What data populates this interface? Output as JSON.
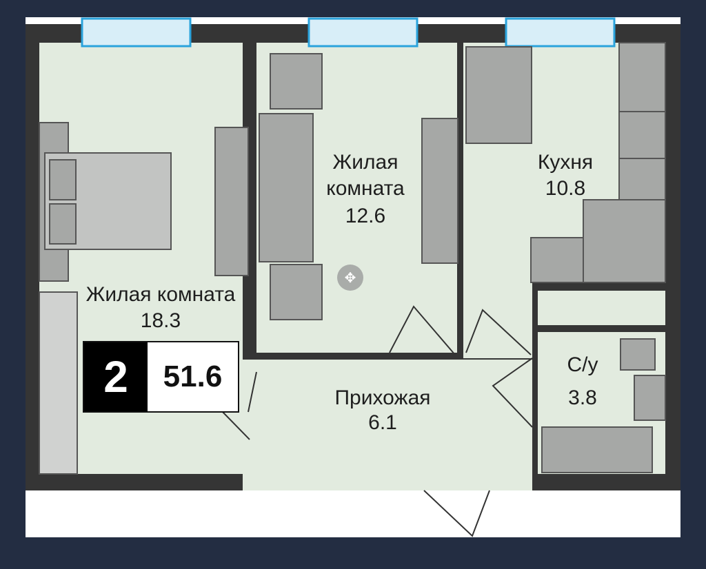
{
  "rooms": [
    {
      "name": "Жилая комната",
      "area": "18.3"
    },
    {
      "name_line1": "Жилая",
      "name_line2": "комната",
      "area": "12.6"
    },
    {
      "name": "Кухня",
      "area": "10.8"
    },
    {
      "name": "Прихожая",
      "area": "6.1"
    },
    {
      "name": "С/у",
      "area": "3.8"
    }
  ],
  "summary": {
    "room_count": "2",
    "total_area": "51.6"
  },
  "icons": {
    "move": "move-icon"
  },
  "colors": {
    "background": "#232d42",
    "floor": "#e2ebdf",
    "wall": "#353535",
    "furniture": "#a6a8a6",
    "window": "#2aa3dc"
  }
}
